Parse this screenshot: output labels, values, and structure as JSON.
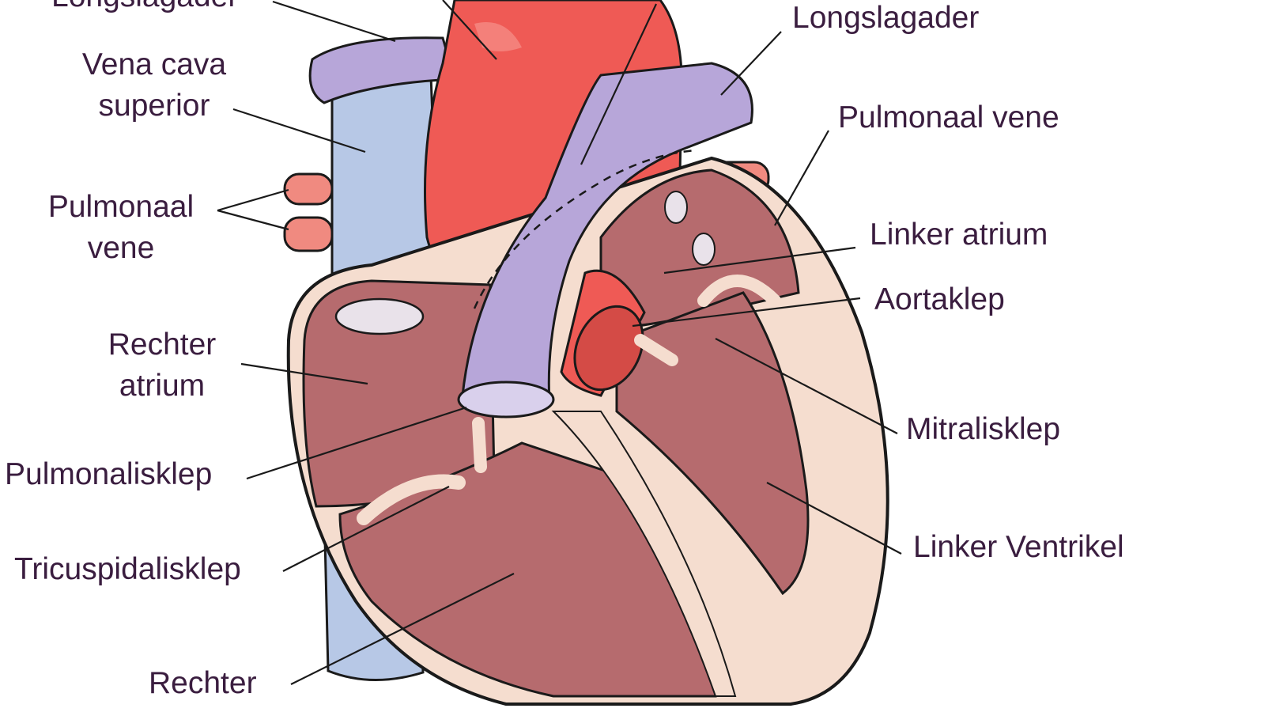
{
  "colors": {
    "background": "#ffffff",
    "label_text": "#3a1d3f",
    "aorta": "#ef5a55",
    "vein_blue": "#b7c8e6",
    "pulmonary_purple": "#b7a6d9",
    "chamber": "#b66b6e",
    "muscle": "#f5ddcf",
    "pulmonary_vein_pink": "#f08a80",
    "outline": "#1a1a1a"
  },
  "labels": {
    "longslagader_left": "Longslagader",
    "vena_cava_superior": "Vena cava\nsuperior",
    "pulmonaal_vene_left": "Pulmonaal\nvene",
    "rechter_atrium": "Rechter\natrium",
    "pulmonalisklep": "Pulmonalisklep",
    "tricuspidalisklep": "Tricuspidalisklep",
    "rechter_bottom": "Rechter",
    "longslagader_right": "Longslagader",
    "pulmonaal_vene_right": "Pulmonaal vene",
    "linker_atrium": "Linker atrium",
    "aortaklep": "Aortaklep",
    "mitralisklep": "Mitralisklep",
    "linker_ventrikel": "Linker Ventrikel"
  }
}
